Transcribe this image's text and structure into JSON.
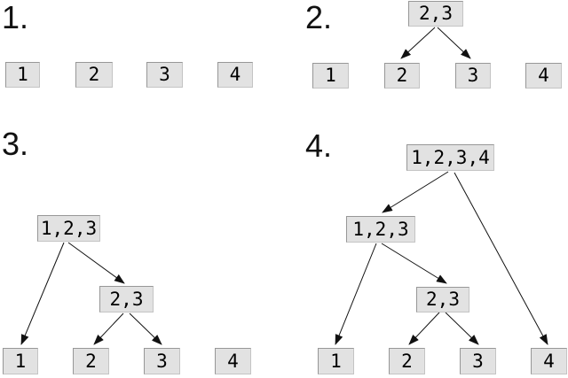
{
  "figure": {
    "background": "#ffffff",
    "description": "Four-step construction of binary merge trees over leaf items 1, 2, 3, 4"
  },
  "colors": {
    "box_fill": "#e2e2e2",
    "box_border": "#979797",
    "arrow": "#111111",
    "text": "#000000"
  },
  "panels": [
    {
      "label": "1.",
      "tree_nodes": [],
      "leaves": [
        "1",
        "2",
        "3",
        "4"
      ],
      "edges": []
    },
    {
      "label": "2.",
      "tree_nodes": [
        "2,3"
      ],
      "leaves": [
        "1",
        "2",
        "3",
        "4"
      ],
      "edges": [
        "2,3 -> 2",
        "2,3 -> 3"
      ]
    },
    {
      "label": "3.",
      "tree_nodes": [
        "1,2,3",
        "2,3"
      ],
      "leaves": [
        "1",
        "2",
        "3",
        "4"
      ],
      "edges": [
        "1,2,3 -> 1",
        "1,2,3 -> 2,3",
        "2,3 -> 2",
        "2,3 -> 3"
      ]
    },
    {
      "label": "4.",
      "tree_nodes": [
        "1,2,3,4",
        "1,2,3",
        "2,3"
      ],
      "leaves": [
        "1",
        "2",
        "3",
        "4"
      ],
      "edges": [
        "1,2,3,4 -> 1,2,3",
        "1,2,3,4 -> 4",
        "1,2,3 -> 1",
        "1,2,3 -> 2,3",
        "2,3 -> 2",
        "2,3 -> 3"
      ]
    }
  ]
}
